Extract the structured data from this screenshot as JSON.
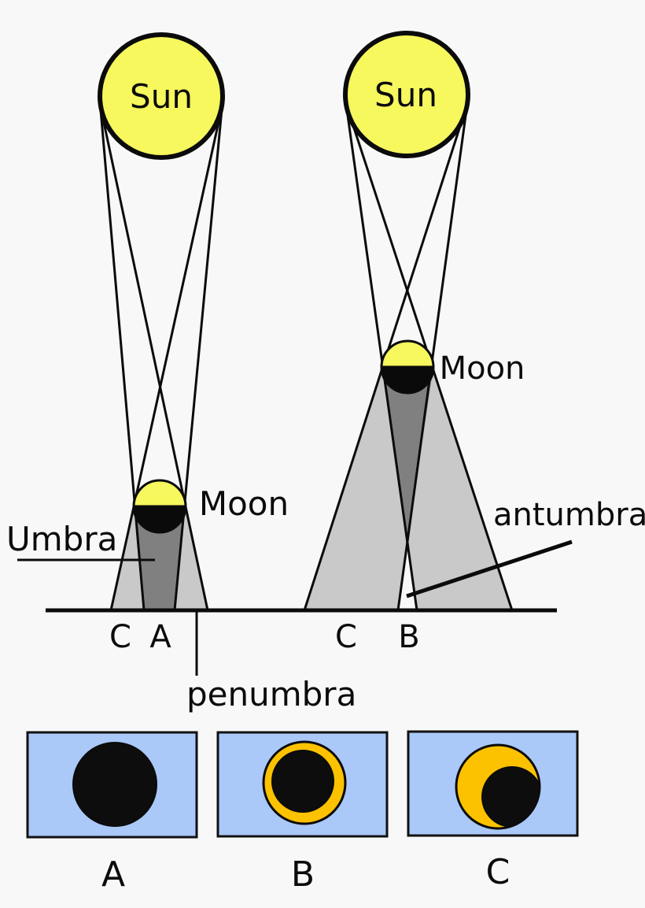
{
  "diagram": {
    "sun_left_label": "Sun",
    "sun_right_label": "Sun",
    "moon_left_label": "Moon",
    "moon_right_label": "Moon",
    "umbra_label": "Umbra",
    "antumbra_label": "antumbra",
    "penumbra_label": "penumbra",
    "ground_left_c": "C",
    "ground_left_a": "A",
    "ground_right_c": "C",
    "ground_right_b": "B"
  },
  "views": {
    "a_label": "A",
    "b_label": "B",
    "c_label": "C"
  },
  "colors": {
    "background": "#f8f8f8",
    "sun": "#f7f75e",
    "moon_lit": "#f7f75e",
    "moon_dark": "#0a0a0a",
    "umbra": "#808080",
    "penumbra": "#c9c9c9",
    "antumbra": "#f8f8f8",
    "sky_box": "#aac8f8",
    "corona_gold": "#fcc200",
    "eclipse_black": "#0d0d0d",
    "line": "#0b0b0b"
  }
}
